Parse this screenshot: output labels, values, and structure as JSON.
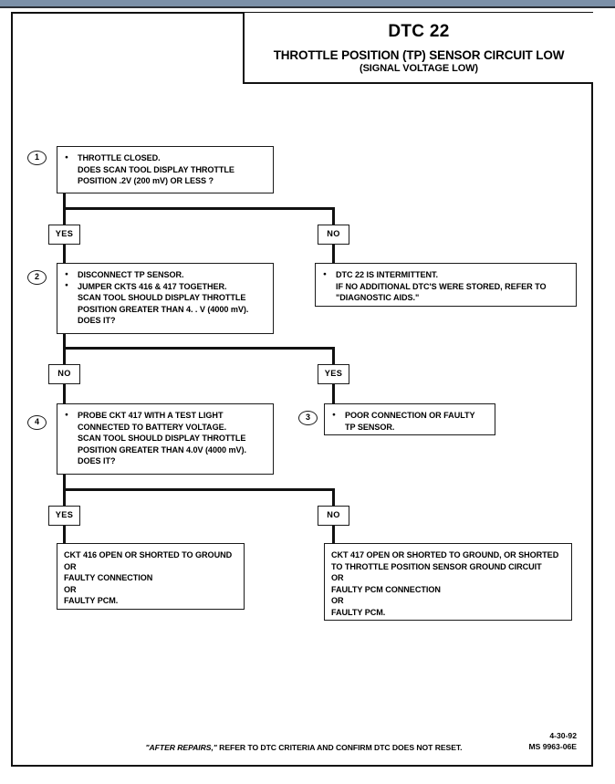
{
  "header": {
    "dtc_code": "DTC 22",
    "title": "THROTTLE POSITION (TP) SENSOR CIRCUIT LOW",
    "subtitle": "(SIGNAL VOLTAGE LOW)"
  },
  "steps": {
    "step1": {
      "number": "1",
      "lines": [
        "THROTTLE CLOSED.",
        "DOES  SCAN TOOL DISPLAY THROTTLE",
        "POSITION  .2V (200 mV) OR LESS ?"
      ]
    },
    "step2": {
      "number": "2",
      "lines": [
        "DISCONNECT TP SENSOR.",
        "JUMPER CKTS 416 & 417 TOGETHER.",
        "SCAN TOOL SHOULD DISPLAY THROTTLE",
        "POSITION GREATER THAN 4. . V (4000 mV).",
        "DOES IT?"
      ]
    },
    "step3": {
      "number": "3",
      "lines": [
        "POOR CONNECTION OR FAULTY",
        "TP SENSOR."
      ]
    },
    "step4": {
      "number": "4",
      "lines": [
        "PROBE CKT 417 WITH A TEST LIGHT",
        "CONNECTED TO BATTERY VOLTAGE.",
        "SCAN TOOL SHOULD DISPLAY THROTTLE",
        "POSITION GREATER THAN 4.0V (4000 mV).",
        "DOES IT?"
      ]
    },
    "intermittent": {
      "lines": [
        "DTC 22 IS INTERMITTENT.",
        "IF NO ADDITIONAL DTC'S WERE STORED, REFER  TO",
        "\"DIAGNOSTIC AIDS.\""
      ]
    },
    "result_left": {
      "lines": [
        "CKT 416 OPEN OR SHORTED TO GROUND",
        "OR",
        "FAULTY CONNECTION",
        "OR",
        "FAULTY PCM."
      ]
    },
    "result_right": {
      "lines": [
        "CKT 417 OPEN OR SHORTED TO GROUND, OR SHORTED",
        "TO THROTTLE POSITION SENSOR GROUND CIRCUIT",
        "OR",
        "FAULTY PCM CONNECTION",
        "OR",
        "FAULTY PCM."
      ]
    }
  },
  "tags": {
    "step1_yes": "YES",
    "step1_no": "NO",
    "step2_no": "NO",
    "step2_yes": "YES",
    "step4_yes": "YES",
    "step4_no": "NO"
  },
  "footer": {
    "note_quoted": "\"AFTER REPAIRS,\"",
    "note_rest": " REFER TO DTC CRITERIA  AND CONFIRM DTC DOES NOT RESET.",
    "date": "4-30-92",
    "doc_id": "MS 9963-06E"
  },
  "colors": {
    "ink": "#111111",
    "paper": "#ffffff",
    "viewer_bar": "#7b90a8"
  }
}
